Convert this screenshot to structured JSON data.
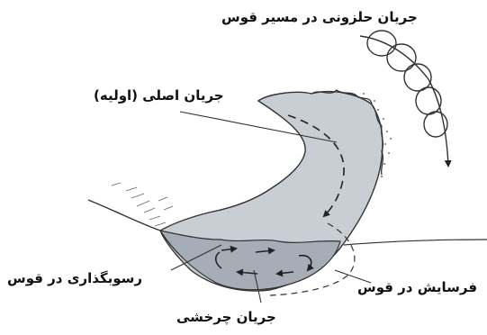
{
  "labels": {
    "helical_flow": "جریان حلزونی در مسیر قوس",
    "primary_flow": "جریان اصلی (اولیه)",
    "deposition": "رسوبگذاری در قوس",
    "erosion": "فرسایش در قوس",
    "vortex_flow": "جریان چرخشی"
  },
  "colors": {
    "water": "#c9ced5",
    "water_pool": "#a6adb6",
    "ink": "#222222",
    "background": "#ffffff"
  }
}
